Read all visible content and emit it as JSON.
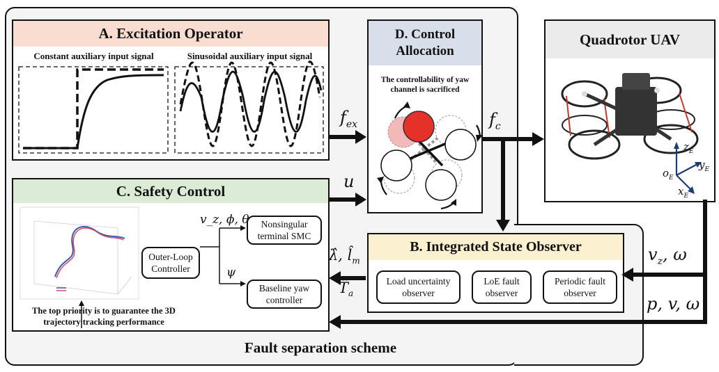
{
  "excitation": {
    "title": "A. Excitation Operator",
    "left_caption": "Constant auxiliary input signal",
    "right_caption": "Sinusoidal auxiliary input signal"
  },
  "control_allocation": {
    "title_line1": "D. Control",
    "title_line2": "Allocation",
    "note_line1": "The controllability of yaw",
    "note_line2": "channel is sacrificed"
  },
  "uav": {
    "title": "Quadrotor UAV",
    "axes": {
      "z": "z",
      "y": "y",
      "x": "x",
      "origin": "o",
      "subscript": "E"
    }
  },
  "safety_control": {
    "title": "C. Safety Control",
    "outer_loop": "Outer-Loop Controller",
    "smc_line1": "Nonsingular",
    "smc_line2": "terminal SMC",
    "yaw_line1": "Baseline yaw",
    "yaw_line2": "controller",
    "inputs_top": "v_z, ϕ, θ",
    "input_bottom": "ψ",
    "priority_line1": "The top priority is to guarantee the 3D",
    "priority_line2": "trajectory tracking performance"
  },
  "observer": {
    "title": "B. Integrated State Observer",
    "box1_line1": "Load uncertainty",
    "box1_line2": "observer",
    "box2_line1": "LoE fault",
    "box2_line2": "observer",
    "box3_line1": "Periodic fault",
    "box3_line2": "observer"
  },
  "signals": {
    "f_ex": "f",
    "f_ex_sub": "ex",
    "u": "u",
    "f_c": "f",
    "f_c_sub": "c",
    "vz_omega": "v",
    "vz_sub": "z",
    "omega": ", ω",
    "p_v_omega": "p, v, ω",
    "lambda_l": "λ̂, l̂",
    "l_sub": "m",
    "T_a": "T̂",
    "T_sub": "a"
  },
  "footer": "Fault separation scheme"
}
